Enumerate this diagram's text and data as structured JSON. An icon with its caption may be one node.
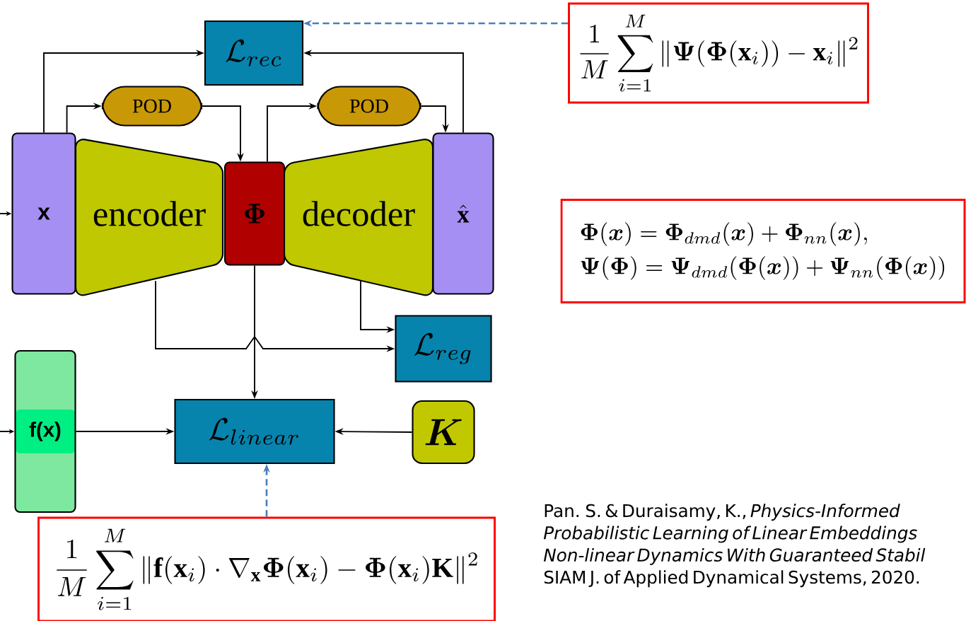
{
  "diagram": {
    "nodes": [
      {
        "text": [
          "x"
        ]
      },
      {
        "text": [
          "encoder"
        ]
      },
      {
        "text": [
          "\\boldsymbol{\\Phi}"
        ]
      },
      {
        "text": [
          "decoder"
        ]
      },
      {
        "text": [
          "\\hat{\\mathbf{x}}"
        ]
      },
      {
        "text": [
          "\\mathcal{L}_{rec}"
        ]
      },
      {
        "text": [
          "POD"
        ]
      },
      {
        "text": [
          "POD"
        ]
      },
      {
        "text": [
          "\\mathcal{L}_{reg}"
        ]
      },
      {
        "text": [
          "f(x)"
        ]
      },
      {
        "text": [
          "\\mathcal{L}_{linear}"
        ]
      },
      {
        "text": [
          "\\boldsymbol{K}"
        ]
      },
      {
        "text": [
          "\\frac{1}{M}\\sum_{i=1}^{M}\\|\\boldsymbol{\\Psi}(\\boldsymbol{\\Phi}(\\mathbf{x}_i))-\\mathbf{x}_i\\|^2"
        ]
      },
      {
        "text": [
          "\\boldsymbol{\\Phi}(\\boldsymbol{x})=\\boldsymbol{\\Phi}_{dmd}(\\boldsymbol{x})+\\boldsymbol{\\Phi}_{nn}(\\boldsymbol{x}),",
          "\\boldsymbol{\\Psi}(\\boldsymbol{\\Phi})=\\boldsymbol{\\Psi}_{dmd}(\\boldsymbol{\\Phi}(\\boldsymbol{x}))+\\boldsymbol{\\Psi}_{nn}(\\boldsymbol{\\Phi}(\\boldsymbol{x}))"
        ]
      },
      {
        "text": [
          "\\frac{1}{M}\\sum_{i=1}^{M}\\|\\mathbf{f}(\\mathbf{x}_i)\\cdot\\nabla_{\\mathbf{x}}\\boldsymbol{\\Phi}(\\mathbf{x}_i)-\\boldsymbol{\\Phi}(\\mathbf{x}_i)\\mathbf{K}\\|^2"
        ]
      }
    ],
    "edges": [
      {
        "from": 0,
        "to": 5,
        "arrow": "to"
      },
      {
        "from": 4,
        "to": 5,
        "arrow": "to"
      },
      {
        "from": 0,
        "to": 6,
        "arrow": "to"
      },
      {
        "from": 6,
        "to": 2,
        "arrow": "to"
      },
      {
        "from": 2,
        "to": 7,
        "arrow": "to"
      },
      {
        "from": 7,
        "to": 4,
        "arrow": "to"
      },
      {
        "from": 1,
        "to": 8,
        "arrow": "to"
      },
      {
        "from": 3,
        "to": 8,
        "arrow": "to"
      },
      {
        "from": 2,
        "to": 10,
        "arrow": "to"
      },
      {
        "from": 9,
        "to": 10,
        "arrow": "to"
      },
      {
        "from": 11,
        "to": 10,
        "arrow": "to"
      },
      {
        "from": 12,
        "to": 5,
        "arrow": "to",
        "style": "dashed",
        "color": "#4a7ebb"
      },
      {
        "from": 14,
        "to": 10,
        "arrow": "to",
        "style": "dashed",
        "color": "#4a7ebb"
      },
      {
        "from": null,
        "to": 0,
        "arrow": "to"
      },
      {
        "from": null,
        "to": 9,
        "arrow": "to"
      }
    ],
    "labels": [
      "Pan. S. & Duraisamy, K., *Physics-Informed Probabilistic Learning of Linear Embeddings Non-linear Dynamics With Guaranteed Stabil* SIAM J. of Applied Dynamical Systems, 2020."
    ]
  }
}
